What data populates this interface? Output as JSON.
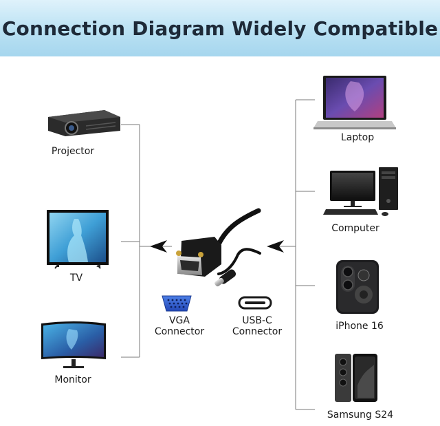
{
  "title": "Connection Diagram Widely Compatible",
  "outputs": [
    {
      "label": "Projector",
      "icon": "projector-icon"
    },
    {
      "label": "TV",
      "icon": "tv-icon"
    },
    {
      "label": "Monitor",
      "icon": "monitor-icon"
    }
  ],
  "inputs": [
    {
      "label": "Laptop",
      "icon": "laptop-icon"
    },
    {
      "label": "Computer",
      "icon": "desktop-computer-icon"
    },
    {
      "label": "iPhone 16",
      "icon": "iphone-icon"
    },
    {
      "label": "Samsung S24",
      "icon": "samsung-phone-icon"
    }
  ],
  "connectors": {
    "vga": {
      "line1": "VGA",
      "line2": "Connector",
      "icon": "vga-port-icon"
    },
    "usbc": {
      "line1": "USB-C",
      "line2": "Connector",
      "icon": "usbc-port-icon"
    }
  },
  "colors": {
    "accent": "#2f5fd0",
    "line": "#7a7a7a",
    "banner": "#b9e1f3"
  }
}
